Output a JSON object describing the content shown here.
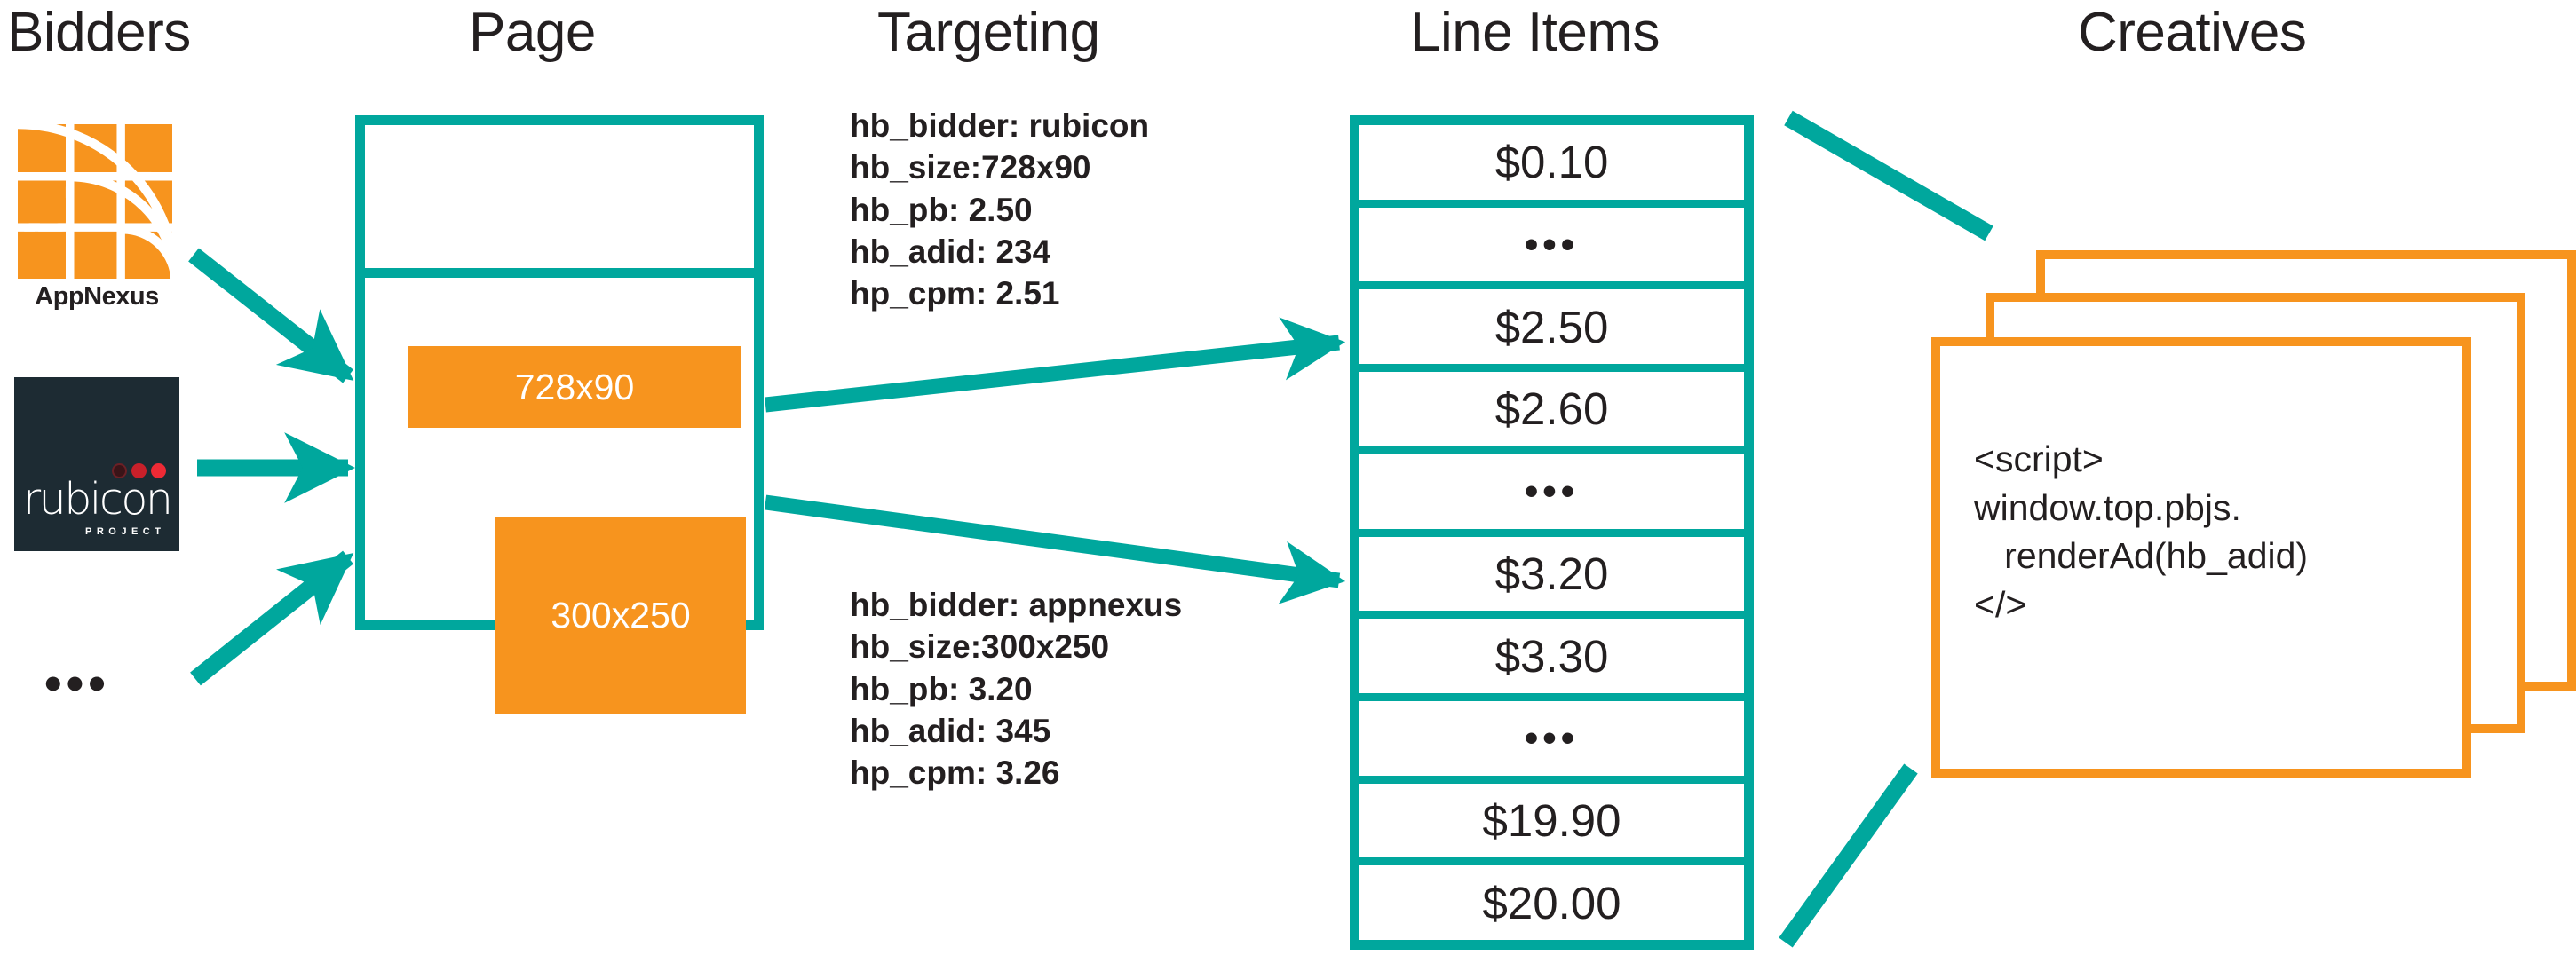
{
  "headings": {
    "bidders": "Bidders",
    "page": "Page",
    "targeting": "Targeting",
    "line_items": "Line Items",
    "creatives": "Creatives"
  },
  "colors": {
    "teal": "#00A79D",
    "orange": "#F7941E",
    "rubicon_navy": "#1D2B33",
    "text": "#231F20",
    "white": "#FFFFFF"
  },
  "bidders": {
    "appnexus": {
      "label": "AppNexus",
      "logo_icon": "appnexus-arcs-icon"
    },
    "rubicon": {
      "wordmark": "rubicon",
      "subtitle": "PROJECT",
      "logo_icon": "rubicon-project-icon"
    },
    "more": "•••"
  },
  "page": {
    "ad_slots": [
      {
        "label": "728x90",
        "name": "ad-slot-728x90"
      },
      {
        "label": "300x250",
        "name": "ad-slot-300x250"
      }
    ]
  },
  "targeting": {
    "blocks": [
      {
        "name": "targeting-keys-rubicon",
        "text": "hb_bidder: rubicon\nhb_size:728x90\nhb_pb: 2.50\nhb_adid: 234\nhp_cpm: 2.51",
        "keys": {
          "hb_bidder": "rubicon",
          "hb_size": "728x90",
          "hb_pb": "2.50",
          "hb_adid": "234",
          "hp_cpm": "2.51"
        }
      },
      {
        "name": "targeting-keys-appnexus",
        "text": "hb_bidder: appnexus\nhb_size:300x250\nhb_pb: 3.20\nhb_adid: 345\nhp_cpm: 3.26",
        "keys": {
          "hb_bidder": "appnexus",
          "hb_size": "300x250",
          "hb_pb": "3.20",
          "hb_adid": "345",
          "hp_cpm": "3.26"
        }
      }
    ]
  },
  "line_items": {
    "rows": [
      {
        "label": "$0.10",
        "type": "price"
      },
      {
        "label": "•••",
        "type": "dots"
      },
      {
        "label": "$2.50",
        "type": "price"
      },
      {
        "label": "$2.60",
        "type": "price"
      },
      {
        "label": "•••",
        "type": "dots"
      },
      {
        "label": "$3.20",
        "type": "price"
      },
      {
        "label": "$3.30",
        "type": "price"
      },
      {
        "label": "•••",
        "type": "dots"
      },
      {
        "label": "$19.90",
        "type": "price"
      },
      {
        "label": "$20.00",
        "type": "price"
      }
    ]
  },
  "creatives": {
    "code": "<script>\nwindow.top.pbjs.\n   renderAd(hb_adid)\n</>",
    "card_count": 3
  },
  "chart_data": {
    "type": "diagram",
    "title": "Prebid header bidding flow",
    "stages": [
      "Bidders",
      "Page",
      "Targeting",
      "Line Items",
      "Creatives"
    ],
    "flows": [
      {
        "from": "AppNexus",
        "to": "Page"
      },
      {
        "from": "rubicon project",
        "to": "Page"
      },
      {
        "from": "other bidders",
        "to": "Page"
      },
      {
        "from": "728x90 ad slot",
        "to": "$2.50 line item"
      },
      {
        "from": "300x250 ad slot",
        "to": "$3.20 line item"
      },
      {
        "from": "Line Items",
        "to": "Creatives"
      }
    ]
  }
}
